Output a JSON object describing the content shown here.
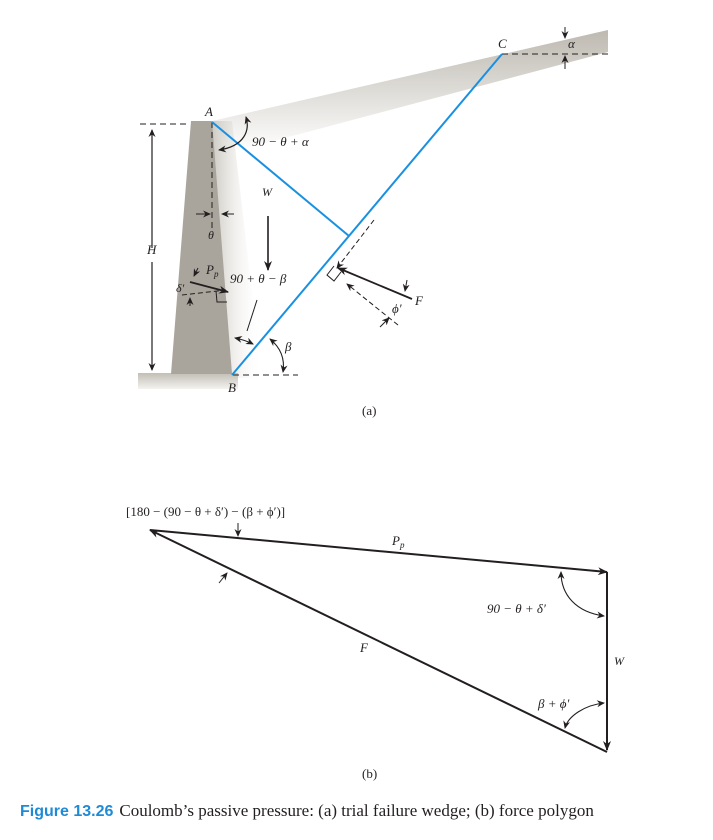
{
  "figure": {
    "number": "Figure 13.26",
    "caption": "Coulomb’s passive pressure: (a) trial failure wedge; (b) force polygon",
    "accent_color": "#1f8ad6",
    "failure_plane_color": "#1a90e0",
    "wall_color": "#a9a59c"
  },
  "panel_a": {
    "label": "(a)",
    "points": {
      "A": "A",
      "B": "B",
      "C": "C"
    },
    "height_label": "H",
    "weight_label": "W",
    "wall_batter_angle": "θ",
    "surface_slope_angle": "α",
    "angle_at_A": "90 − θ + α",
    "angle_at_wall_base": "90 + θ − β",
    "failure_plane_angle": "β",
    "passive_force_label": "P",
    "passive_force_sub": "p",
    "wall_friction_angle": "δ′",
    "resultant_label": "F",
    "soil_friction_angle": "ϕ′"
  },
  "panel_b": {
    "label": "(b)",
    "top_angle_expression": "[180 − (90 − θ + δ′) − (β + ϕ′)]",
    "passive_force_label": "P",
    "passive_force_sub": "p",
    "weight_label": "W",
    "resultant_label": "F",
    "angle_Pp_W": "90 − θ + δ′",
    "angle_F_W": "β + ϕ′"
  }
}
